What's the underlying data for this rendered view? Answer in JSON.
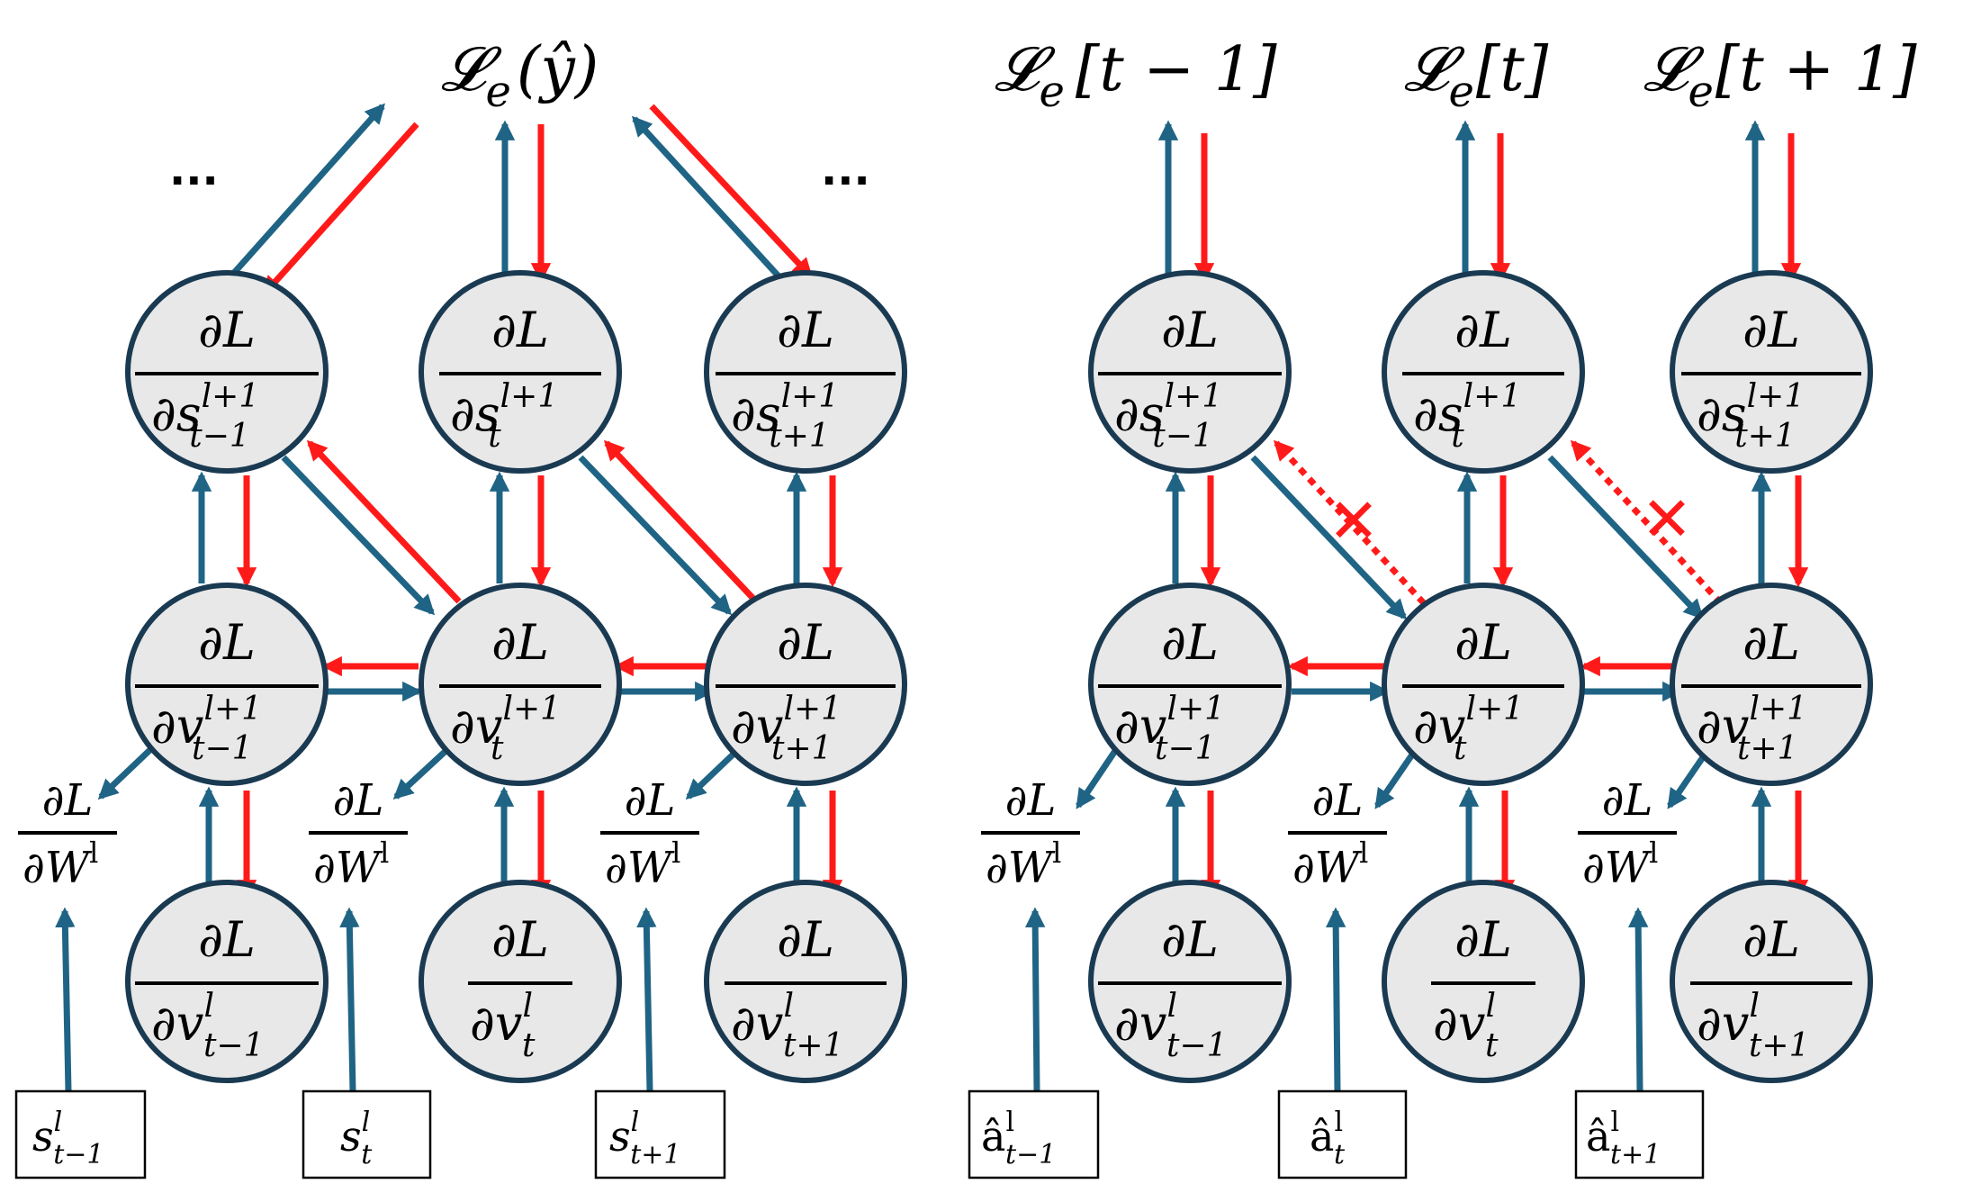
{
  "colors": {
    "forward": "#1f6485",
    "backward": "#ff1a1a",
    "node_fill": "#e8e8e8",
    "node_stroke": "#1a3a52"
  },
  "left_panel": {
    "loss_label": "𝓛",
    "loss_sub": "e",
    "loss_arg": "(ŷ)",
    "ellipsis_left": "...",
    "ellipsis_right": "...",
    "s_nodes": [
      {
        "num": "∂L",
        "den": "∂s",
        "sup": "l+1",
        "sub": "t−1"
      },
      {
        "num": "∂L",
        "den": "∂s",
        "sup": "l+1",
        "sub": "t"
      },
      {
        "num": "∂L",
        "den": "∂s",
        "sup": "l+1",
        "sub": "t+1"
      }
    ],
    "v_nodes": [
      {
        "num": "∂L",
        "den": "∂v",
        "sup": "l+1",
        "sub": "t−1"
      },
      {
        "num": "∂L",
        "den": "∂v",
        "sup": "l+1",
        "sub": "t"
      },
      {
        "num": "∂L",
        "den": "∂v",
        "sup": "l+1",
        "sub": "t+1"
      }
    ],
    "vl_nodes": [
      {
        "num": "∂L",
        "den": "∂v",
        "sup": "l",
        "sub": "t−1"
      },
      {
        "num": "∂L",
        "den": "∂v",
        "sup": "l",
        "sub": "t"
      },
      {
        "num": "∂L",
        "den": "∂v",
        "sup": "l",
        "sub": "t+1"
      }
    ],
    "w_grads": [
      {
        "num": "∂L",
        "den": "∂W",
        "sup": "l"
      },
      {
        "num": "∂L",
        "den": "∂W",
        "sup": "l"
      },
      {
        "num": "∂L",
        "den": "∂W",
        "sup": "l"
      }
    ],
    "inputs": [
      {
        "base": "s",
        "sup": "l",
        "sub": "t−1"
      },
      {
        "base": "s",
        "sup": "l",
        "sub": "t"
      },
      {
        "base": "s",
        "sup": "l",
        "sub": "t+1"
      }
    ]
  },
  "right_panel": {
    "losses": [
      {
        "label": "𝓛",
        "sub": "e",
        "arg": "[t − 1]"
      },
      {
        "label": "𝓛",
        "sub": "e",
        "arg": "[t]"
      },
      {
        "label": "𝓛",
        "sub": "e",
        "arg": "[t + 1]"
      }
    ],
    "s_nodes": [
      {
        "num": "∂L",
        "den": "∂s",
        "sup": "l+1",
        "sub": "t−1"
      },
      {
        "num": "∂L",
        "den": "∂s",
        "sup": "l+1",
        "sub": "t"
      },
      {
        "num": "∂L",
        "den": "∂s",
        "sup": "l+1",
        "sub": "t+1"
      }
    ],
    "v_nodes": [
      {
        "num": "∂L",
        "den": "∂v",
        "sup": "l+1",
        "sub": "t−1"
      },
      {
        "num": "∂L",
        "den": "∂v",
        "sup": "l+1",
        "sub": "t"
      },
      {
        "num": "∂L",
        "den": "∂v",
        "sup": "l+1",
        "sub": "t+1"
      }
    ],
    "vl_nodes": [
      {
        "num": "∂L",
        "den": "∂v",
        "sup": "l",
        "sub": "t−1"
      },
      {
        "num": "∂L",
        "den": "∂v",
        "sup": "l",
        "sub": "t"
      },
      {
        "num": "∂L",
        "den": "∂v",
        "sup": "l",
        "sub": "t+1"
      }
    ],
    "w_grads": [
      {
        "num": "∂L",
        "den": "∂W",
        "sup": "l"
      },
      {
        "num": "∂L",
        "den": "∂W",
        "sup": "l"
      },
      {
        "num": "∂L",
        "den": "∂W",
        "sup": "l"
      }
    ],
    "inputs": [
      {
        "base": "â",
        "sup": "l",
        "sub": "t−1"
      },
      {
        "base": "â",
        "sup": "l",
        "sub": "t"
      },
      {
        "base": "â",
        "sup": "l",
        "sub": "t+1"
      }
    ],
    "cut_mark": "✕"
  }
}
